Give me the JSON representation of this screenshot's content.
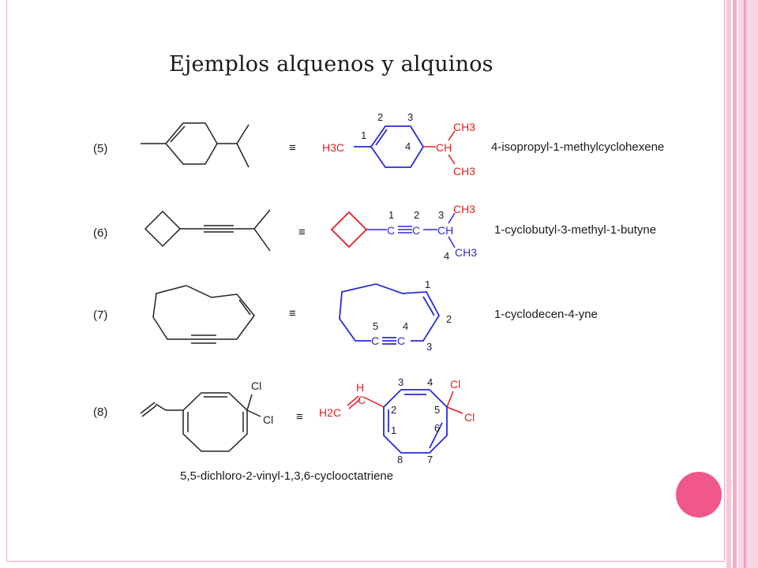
{
  "slide": {
    "title": "Ejemplos alquenos y alquinos",
    "accent_color": "#f0578d",
    "frame_color": "#f2a7c4"
  },
  "examples": [
    {
      "label": "(5)",
      "equiv": "≡",
      "name": "4-isopropyl-1-methylcyclohexene",
      "atoms": [
        "H3C",
        "CH",
        "CH3",
        "CH3"
      ],
      "numbers": [
        "1",
        "2",
        "3",
        "4"
      ]
    },
    {
      "label": "(6)",
      "equiv": "≡",
      "name": "1-cyclobutyl-3-methyl-1-butyne",
      "atoms": [
        "C",
        "C",
        "CH",
        "CH3",
        "CH3"
      ],
      "numbers": [
        "1",
        "2",
        "3",
        "4"
      ]
    },
    {
      "label": "(7)",
      "equiv": "≡",
      "name": "1-cyclodecen-4-yne",
      "atoms": [
        "C",
        "C"
      ],
      "numbers": [
        "1",
        "2",
        "3",
        "4",
        "5"
      ]
    },
    {
      "label": "(8)",
      "equiv": "≡",
      "name": "5,5-dichloro-2-vinyl-1,3,6-cyclooctatriene",
      "atoms": [
        "Cl",
        "Cl",
        "H",
        "H2C",
        "C",
        "Cl",
        "Cl"
      ],
      "numbers": [
        "1",
        "2",
        "3",
        "4",
        "5",
        "6",
        "7",
        "8"
      ]
    }
  ],
  "colors": {
    "skeleton": "#222222",
    "numbered_chain": "#2a2ad6",
    "highlight": "#e11f1f"
  }
}
